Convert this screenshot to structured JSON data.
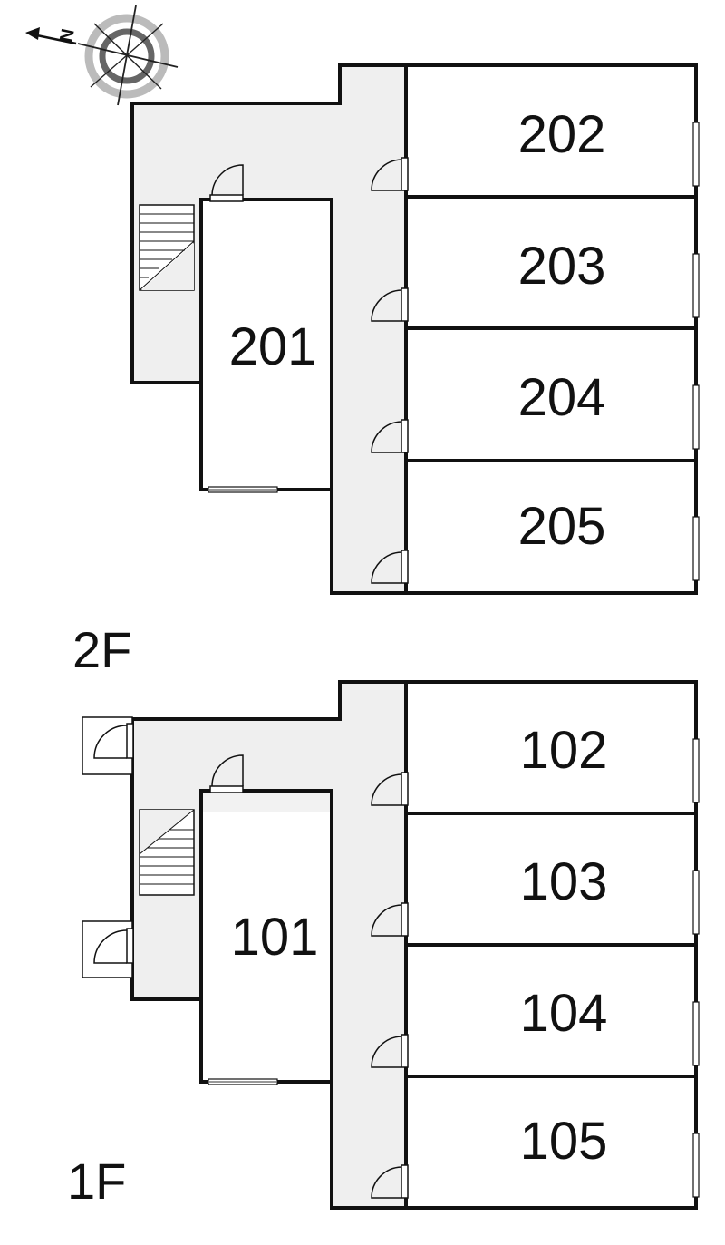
{
  "compass": {
    "north_label": "N",
    "icon": "compass-rose-icon"
  },
  "floors": [
    {
      "id": "2F",
      "label": "2F",
      "rooms": [
        {
          "id": "201",
          "label": "201"
        },
        {
          "id": "202",
          "label": "202"
        },
        {
          "id": "203",
          "label": "203"
        },
        {
          "id": "204",
          "label": "204"
        },
        {
          "id": "205",
          "label": "205"
        }
      ]
    },
    {
      "id": "1F",
      "label": "1F",
      "rooms": [
        {
          "id": "101",
          "label": "101"
        },
        {
          "id": "102",
          "label": "102"
        },
        {
          "id": "103",
          "label": "103"
        },
        {
          "id": "104",
          "label": "104"
        },
        {
          "id": "105",
          "label": "105"
        }
      ]
    }
  ],
  "colors": {
    "wall": "#111111",
    "corridor": "#efefef",
    "room": "#ffffff"
  }
}
